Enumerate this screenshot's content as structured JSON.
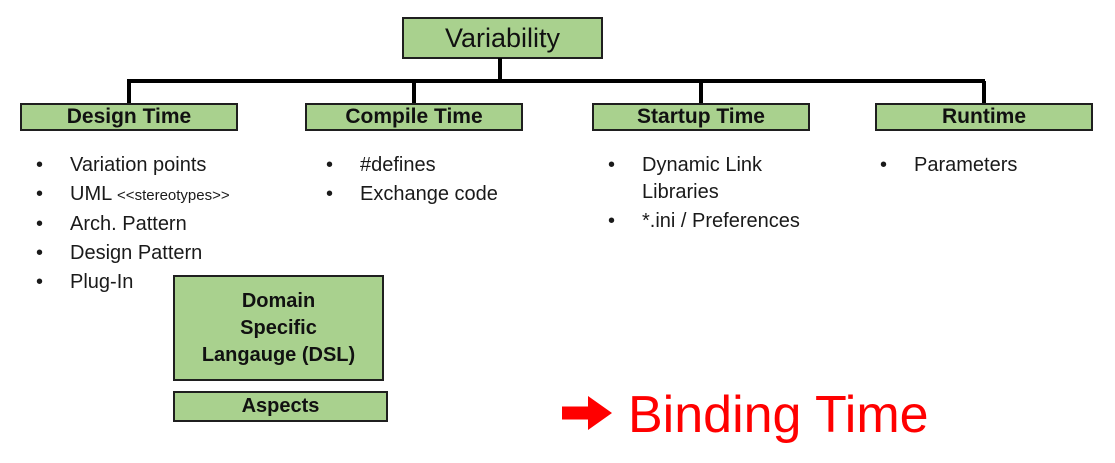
{
  "colors": {
    "box_fill": "#a9d18e",
    "box_border": "#1f1f1f",
    "connector": "#000000",
    "annotation_red": "#ff0000",
    "background": "#ffffff"
  },
  "bullet_char": "•",
  "root_box": {
    "label": "Variability"
  },
  "columns": [
    {
      "header": "Design Time",
      "items": [
        {
          "text": "Variation points"
        },
        {
          "text": "UML",
          "suffix": "<<stereotypes>>"
        },
        {
          "text": "Arch. Pattern"
        },
        {
          "text": "Design Pattern"
        },
        {
          "text": "Plug-In"
        }
      ]
    },
    {
      "header": "Compile Time",
      "items": [
        {
          "text": "#defines"
        },
        {
          "text": "Exchange code"
        }
      ]
    },
    {
      "header": "Startup Time",
      "items": [
        {
          "text": "Dynamic Link Libraries"
        },
        {
          "text": "*.ini / Preferences"
        }
      ]
    },
    {
      "header": "Runtime",
      "items": [
        {
          "text": "Parameters"
        }
      ]
    }
  ],
  "extra_boxes": {
    "dsl": "Domain\nSpecific\nLangauge (DSL)",
    "aspects": "Aspects"
  },
  "annotation": {
    "arrow_icon": "right-block-arrow",
    "label": "Binding Time"
  }
}
